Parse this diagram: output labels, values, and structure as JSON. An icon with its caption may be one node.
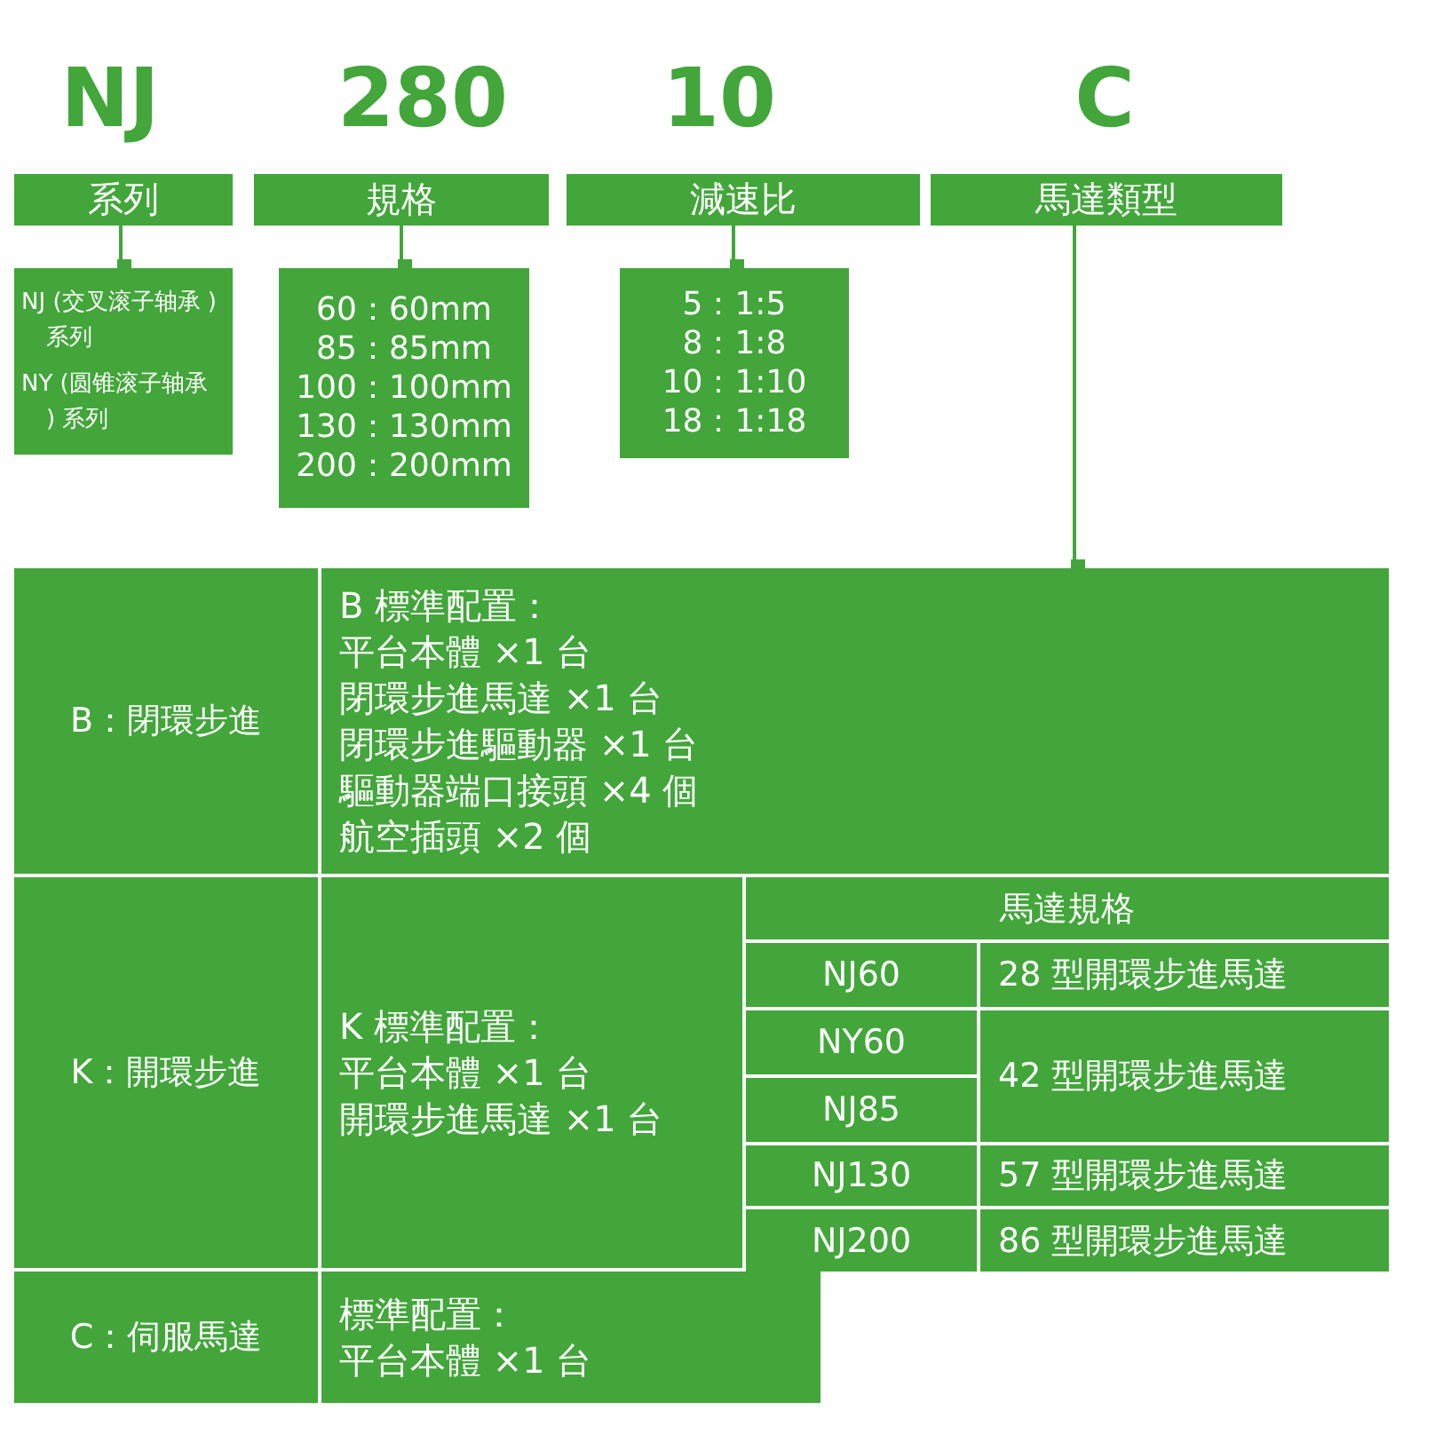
{
  "diagram": {
    "nodes": [
      {
        "text": [
          "系列"
        ]
      },
      {
        "text": [
          "規格"
        ]
      },
      {
        "text": [
          "減速比"
        ]
      },
      {
        "text": [
          "馬達類型"
        ]
      },
      {
        "text": [
          "NJ (交叉滚子轴承 ) 系列",
          "NY (圆锥滚子轴承 ) 系列"
        ]
      },
      {
        "text": [
          "60：60mm",
          "85：85mm",
          "100：100mm",
          "130：130mm",
          "200：200mm"
        ]
      },
      {
        "text": [
          "5：1:5",
          "8：1:8",
          "10：1:10",
          "18：1:18"
        ]
      },
      {
        "text": [
          "B：閉環步進"
        ]
      },
      {
        "text": [
          "B 標準配置：",
          "平台本體 ×1 台",
          "閉環步進馬達 ×1 台",
          "閉環步進驅動器 ×1 台",
          "驅動器端口接頭 ×4 個",
          "航空插頭 ×2 個"
        ]
      },
      {
        "text": [
          "K：開環步進"
        ]
      },
      {
        "text": [
          "K 標準配置：",
          "平台本體 ×1 台",
          "開環步進馬達 ×1 台"
        ]
      },
      {
        "text": [
          "C：伺服馬達"
        ]
      },
      {
        "text": [
          "標準配置：",
          "平台本體 ×1 台"
        ]
      }
    ],
    "edges": [
      {
        "from": 0,
        "to": 4,
        "arrow": "other"
      },
      {
        "from": 1,
        "to": 5,
        "arrow": "other"
      },
      {
        "from": 2,
        "to": 6,
        "arrow": "other"
      },
      {
        "from": 3,
        "to": 8,
        "arrow": "other"
      }
    ],
    "labels": [
      "NJ",
      "280",
      "10",
      "C",
      "馬達規格",
      "NJ60",
      "28 型開環步進馬達",
      "NY60",
      "42 型開環步進馬達",
      "NJ85",
      "NJ130",
      "57 型開環步進馬達",
      "NJ200",
      "86 型開環步進馬達"
    ]
  }
}
